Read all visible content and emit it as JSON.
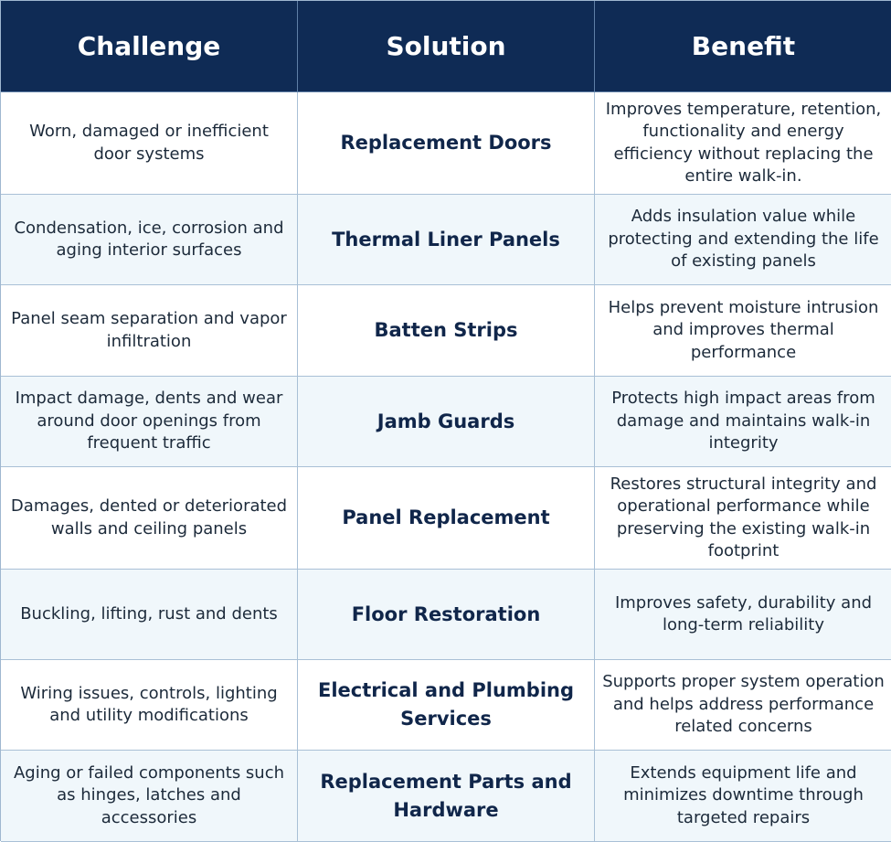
{
  "headers": [
    "Challenge",
    "Solution",
    "Benefit"
  ],
  "rows": [
    {
      "challenge": "Worn, damaged or inefficient door systems",
      "solution": "Replacement Doors",
      "benefit": "Improves temperature, retention, functionality and energy efficiency without replacing the entire walk-in."
    },
    {
      "challenge": "Condensation, ice, corrosion and aging interior surfaces",
      "solution": "Thermal Liner Panels",
      "benefit": "Adds insulation value while protecting and extending the life of existing panels"
    },
    {
      "challenge": "Panel seam separation and vapor infiltration",
      "solution": "Batten Strips",
      "benefit": "Helps prevent moisture intrusion and  improves thermal performance"
    },
    {
      "challenge": "Impact damage, dents and wear around door openings from frequent traffic",
      "solution": "Jamb Guards",
      "benefit": "Protects high impact areas from damage and maintains walk-in integrity"
    },
    {
      "challenge": "Damages, dented or deteriorated walls and ceiling panels",
      "solution": "Panel Replacement",
      "benefit": "Restores structural integrity and operational performance while preserving the existing walk-in footprint"
    },
    {
      "challenge": "Buckling, lifting, rust and dents",
      "solution": "Floor Restoration",
      "benefit": "Improves safety, durability and long-term reliability"
    },
    {
      "challenge": "Wiring issues, controls, lighting and utility modifications",
      "solution": "Electrical and Plumbing Services",
      "benefit": "Supports proper system operation and helps address performance related concerns"
    },
    {
      "challenge": "Aging or failed components such as hinges, latches and accessories",
      "solution": "Replacement Parts and Hardware",
      "benefit": "Extends equipment life and minimizes downtime through targeted repairs"
    }
  ],
  "colors": {
    "header_bg": "#0f2b55",
    "header_text": "#ffffff",
    "row_alt_bg": "#f0f7fb",
    "border": "#a9c0d6",
    "solution_text": "#10264a"
  }
}
